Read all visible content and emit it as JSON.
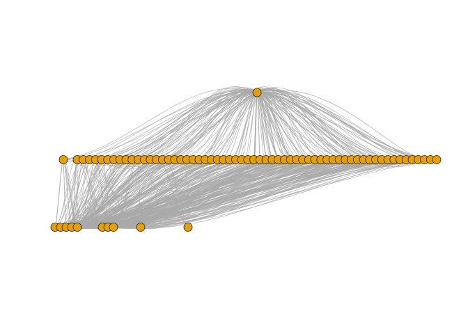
{
  "diagram": {
    "type": "hierarchical-network",
    "background_color": "#ffffff",
    "node_fill": "#E69F00",
    "node_stroke": "#1a1a1a",
    "edge_color": "#AAAAAA",
    "levels": [
      {
        "level": 1,
        "node_count": 1
      },
      {
        "level": 2,
        "node_count": 61
      },
      {
        "level": 3,
        "node_count": 10
      }
    ]
  }
}
